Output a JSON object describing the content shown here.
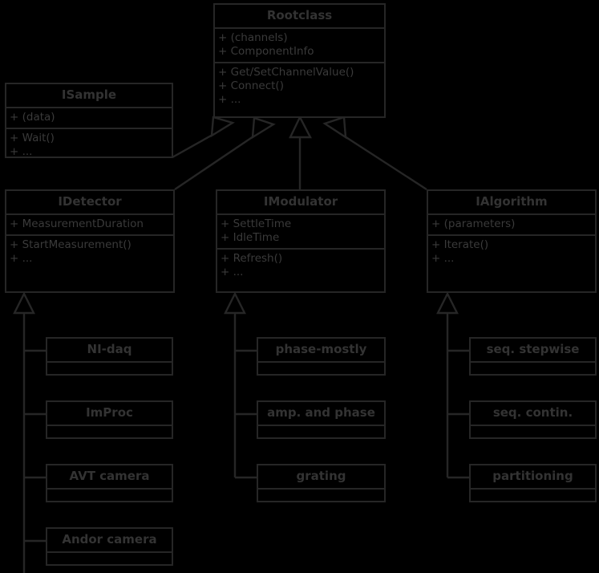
{
  "diagram": {
    "kind": "uml-class-diagram",
    "background_color": "#000000",
    "line_color": "#262626",
    "text_color": "#333333"
  },
  "classes": {
    "rootclass": {
      "name": "Rootclass",
      "attributes": [
        "+ (channels)",
        "+ ComponentInfo"
      ],
      "operations": [
        "+ Get/SetChannelValue()",
        "+ Connect()",
        "+ ..."
      ]
    },
    "isample": {
      "name": "ISample",
      "attributes": [
        "+ (data)"
      ],
      "operations": [
        "+ Wait()",
        "+ ..."
      ]
    },
    "idetector": {
      "name": "IDetector",
      "attributes": [
        "+ MeasurementDuration"
      ],
      "operations": [
        "+ StartMeasurement()",
        "+ ..."
      ]
    },
    "imodulator": {
      "name": "IModulator",
      "attributes": [
        "+ SettleTime",
        "+ IdleTime"
      ],
      "operations": [
        "+ Refresh()",
        "+ ..."
      ]
    },
    "ialgorithm": {
      "name": "IAlgorithm",
      "attributes": [
        "+ (parameters)"
      ],
      "operations": [
        "+ Iterate()",
        "+ ..."
      ]
    }
  },
  "detector_subclasses": [
    {
      "name": "NI-daq"
    },
    {
      "name": "ImProc"
    },
    {
      "name": "AVT camera"
    },
    {
      "name": "Andor camera"
    }
  ],
  "modulator_subclasses": [
    {
      "name": "phase-mostly"
    },
    {
      "name": "amp. and phase"
    },
    {
      "name": "grating"
    }
  ],
  "algorithm_subclasses": [
    {
      "name": "seq. stepwise"
    },
    {
      "name": "seq. contin."
    },
    {
      "name": "partitioning"
    }
  ],
  "relations": [
    {
      "from": "ISample",
      "to": "Rootclass",
      "type": "generalization"
    },
    {
      "from": "IDetector",
      "to": "Rootclass",
      "type": "generalization"
    },
    {
      "from": "IModulator",
      "to": "Rootclass",
      "type": "generalization"
    },
    {
      "from": "IAlgorithm",
      "to": "Rootclass",
      "type": "generalization"
    },
    {
      "from": "NI-daq",
      "to": "IDetector",
      "type": "generalization"
    },
    {
      "from": "ImProc",
      "to": "IDetector",
      "type": "generalization"
    },
    {
      "from": "AVT camera",
      "to": "IDetector",
      "type": "generalization"
    },
    {
      "from": "Andor camera",
      "to": "IDetector",
      "type": "generalization"
    },
    {
      "from": "phase-mostly",
      "to": "IModulator",
      "type": "generalization"
    },
    {
      "from": "amp. and phase",
      "to": "IModulator",
      "type": "generalization"
    },
    {
      "from": "grating",
      "to": "IModulator",
      "type": "generalization"
    },
    {
      "from": "seq. stepwise",
      "to": "IAlgorithm",
      "type": "generalization"
    },
    {
      "from": "seq. contin.",
      "to": "IAlgorithm",
      "type": "generalization"
    },
    {
      "from": "partitioning",
      "to": "IAlgorithm",
      "type": "generalization"
    }
  ]
}
